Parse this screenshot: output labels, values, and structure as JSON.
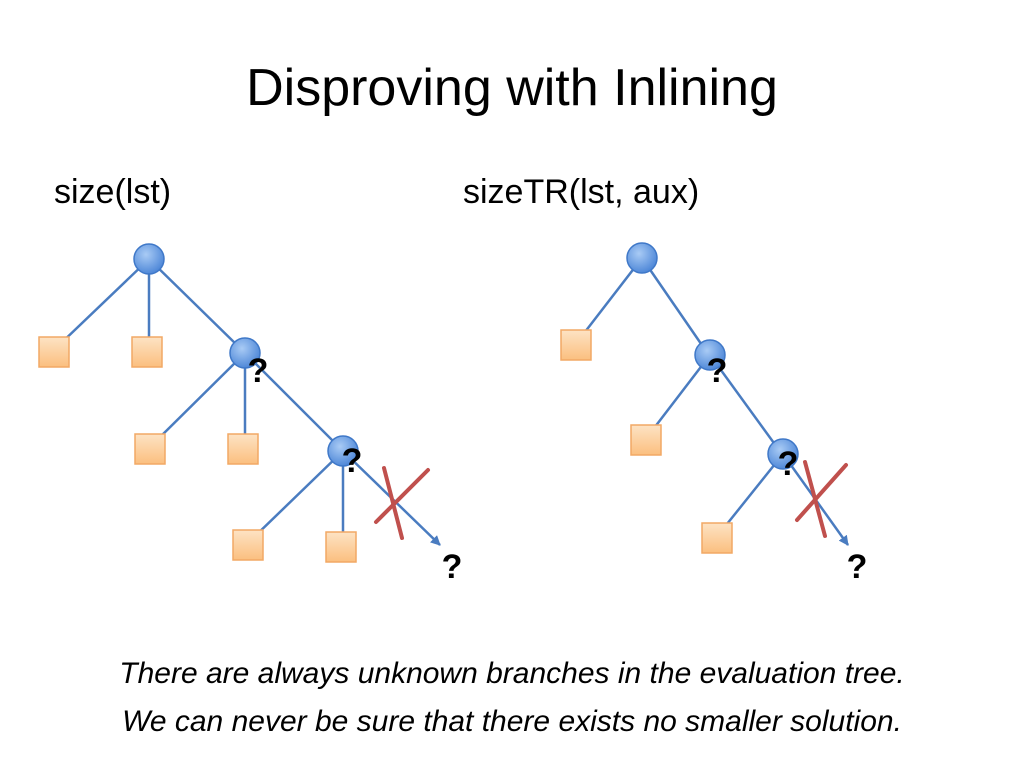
{
  "slide": {
    "title": "Disproving with Inlining",
    "caption_lines": [
      "There are always unknown branches in the evaluation tree.",
      "We can never be sure that there exists no smaller solution."
    ]
  },
  "trees": [
    {
      "label": "size(lst)",
      "unknown_marks": [
        "?",
        "?",
        "?"
      ]
    },
    {
      "label": "sizeTR(lst, aux)",
      "unknown_marks": [
        "?",
        "?",
        "?"
      ]
    }
  ],
  "colors": {
    "node_fill": "#6fa4e8",
    "node_stroke": "#3f78c8",
    "edge": "#4a7cc0",
    "leaf_fill": "#fccf9c",
    "leaf_stroke": "#f2a865",
    "cross": "#c0504d",
    "text": "#000000"
  }
}
